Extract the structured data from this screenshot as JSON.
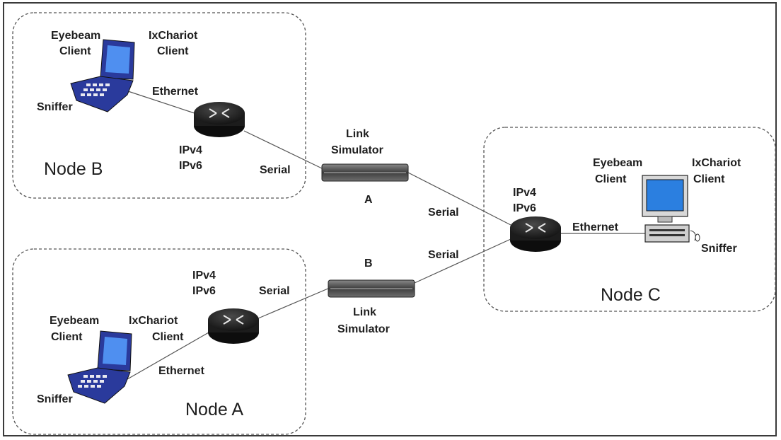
{
  "nodes": {
    "b": {
      "title": "Node B",
      "eyebeam": [
        "Eyebeam",
        "Client"
      ],
      "ixchariot": [
        "IxChariot",
        "Client"
      ],
      "sniffer": "Sniffer",
      "ethernet": "Ethernet",
      "router_ip": [
        "IPv4",
        "IPv6"
      ],
      "serial": "Serial"
    },
    "a": {
      "title": "Node A",
      "eyebeam": [
        "Eyebeam",
        "Client"
      ],
      "ixchariot": [
        "IxChariot",
        "Client"
      ],
      "sniffer": "Sniffer",
      "ethernet": "Ethernet",
      "router_ip": [
        "IPv4",
        "IPv6"
      ],
      "serial": "Serial"
    },
    "c": {
      "title": "Node C",
      "eyebeam": [
        "Eyebeam",
        "Client"
      ],
      "ixchariot": [
        "IxChariot",
        "Client"
      ],
      "sniffer": "Sniffer",
      "ethernet": "Ethernet",
      "router_ip": [
        "IPv4",
        "IPv6"
      ],
      "serial_top": "Serial",
      "serial_bottom": "Serial"
    }
  },
  "links": {
    "a": {
      "title": [
        "Link",
        "Simulator"
      ],
      "letter": "A"
    },
    "b": {
      "title": [
        "Link",
        "Simulator"
      ],
      "letter": "B"
    }
  },
  "colors": {
    "laptop_body": "#2a3a9c",
    "laptop_screen": "#4f8ff0",
    "monitor_screen": "#2b7fe0",
    "router": "#1c1c1c",
    "link_sim": "#444444"
  }
}
